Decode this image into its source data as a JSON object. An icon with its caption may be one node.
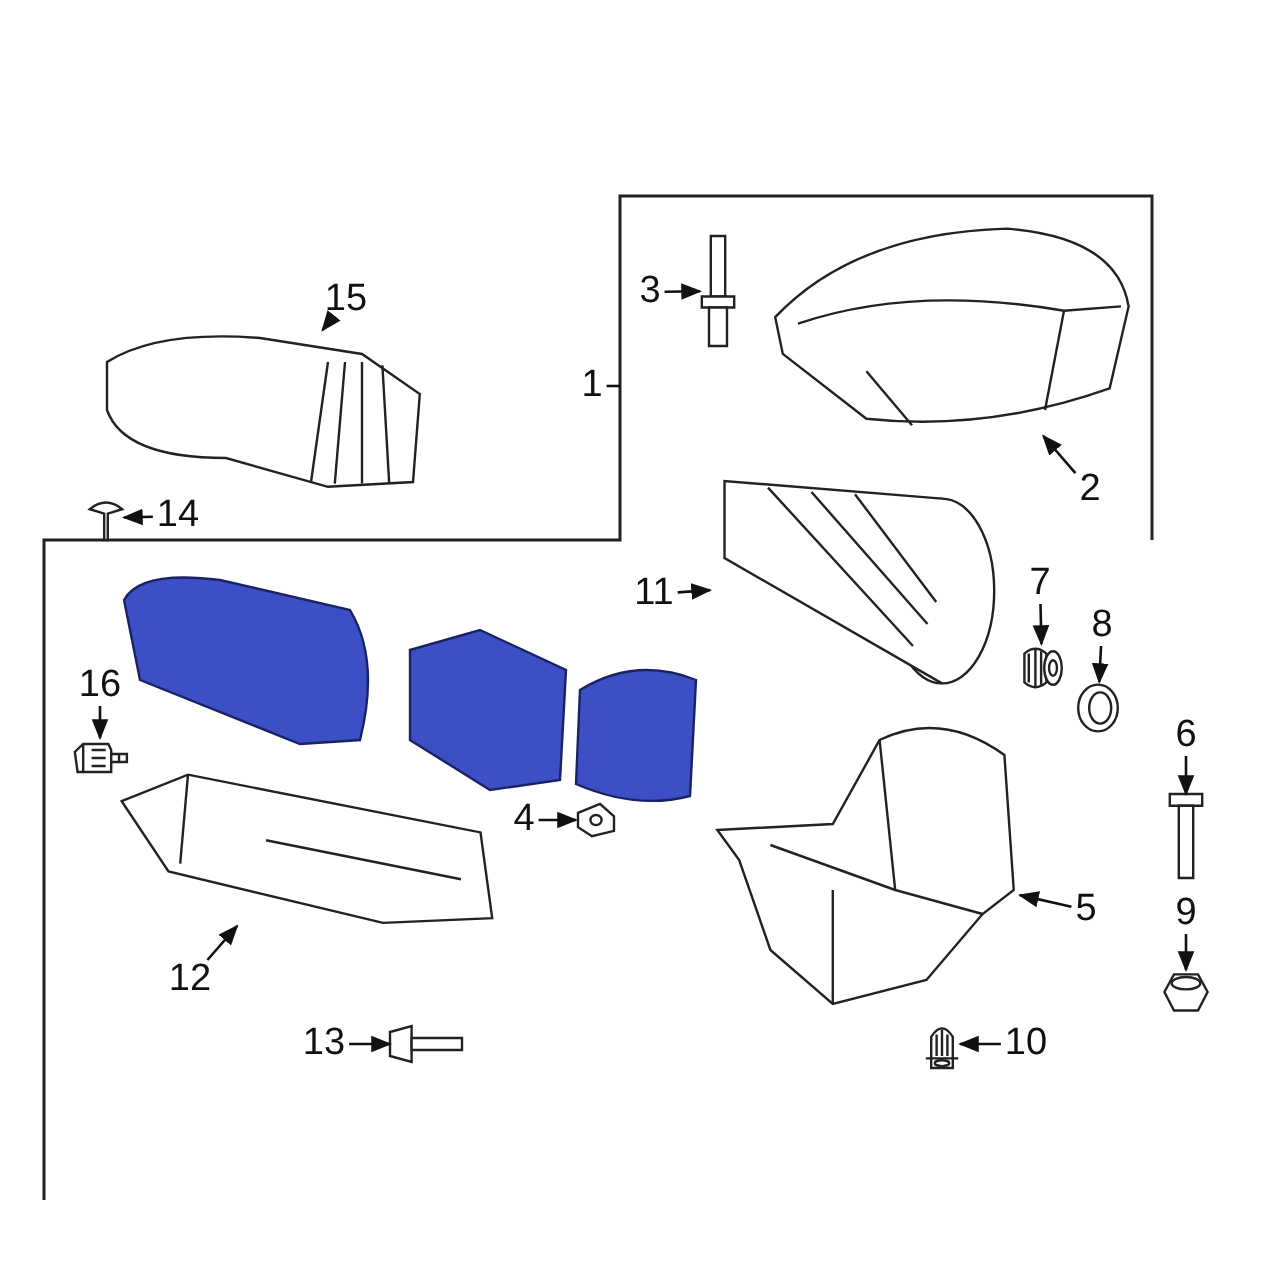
{
  "diagram": {
    "nodes": [
      {
        "text": [
          "1"
        ]
      },
      {
        "text": [
          "2"
        ]
      },
      {
        "text": [
          "3"
        ]
      },
      {
        "text": [
          "4"
        ]
      },
      {
        "text": [
          "5"
        ]
      },
      {
        "text": [
          "6"
        ]
      },
      {
        "text": [
          "7"
        ]
      },
      {
        "text": [
          "8"
        ]
      },
      {
        "text": [
          "9"
        ]
      },
      {
        "text": [
          "10"
        ]
      },
      {
        "text": [
          "11"
        ]
      },
      {
        "text": [
          "12"
        ]
      },
      {
        "text": [
          "13"
        ]
      },
      {
        "text": [
          "14"
        ]
      },
      {
        "text": [
          "15"
        ]
      },
      {
        "text": [
          "16"
        ]
      },
      {
        "text": [],
        "shape": "picture"
      },
      {
        "text": [],
        "shape": "picture"
      },
      {
        "text": [],
        "shape": "picture"
      },
      {
        "text": [],
        "shape": "picture"
      },
      {
        "text": [],
        "shape": "picture"
      },
      {
        "text": [],
        "shape": "picture"
      },
      {
        "text": [],
        "shape": "picture"
      },
      {
        "text": [],
        "shape": "picture"
      },
      {
        "text": [],
        "shape": "picture"
      },
      {
        "text": [],
        "shape": "picture"
      },
      {
        "text": [],
        "shape": "picture"
      },
      {
        "text": [],
        "shape": "picture"
      },
      {
        "text": [],
        "shape": "picture"
      },
      {
        "text": [],
        "shape": "picture"
      },
      {
        "text": [],
        "shape": "picture"
      }
    ],
    "edges": [
      {
        "from": 0,
        "to": null,
        "arrow": "none"
      },
      {
        "from": 1,
        "to": 16,
        "arrow": "to"
      },
      {
        "from": 2,
        "to": 17,
        "arrow": "to"
      },
      {
        "from": 3,
        "to": 18,
        "arrow": "to"
      },
      {
        "from": 4,
        "to": 19,
        "arrow": "to"
      },
      {
        "from": 5,
        "to": 20,
        "arrow": "to"
      },
      {
        "from": 6,
        "to": 21,
        "arrow": "to"
      },
      {
        "from": 7,
        "to": 22,
        "arrow": "to"
      },
      {
        "from": 8,
        "to": 23,
        "arrow": "to"
      },
      {
        "from": 9,
        "to": 24,
        "arrow": "to"
      },
      {
        "from": 10,
        "to": 25,
        "arrow": "to"
      },
      {
        "from": 11,
        "to": 26,
        "arrow": "to"
      },
      {
        "from": 12,
        "to": 27,
        "arrow": "to"
      },
      {
        "from": 13,
        "to": 28,
        "arrow": "to"
      },
      {
        "from": 14,
        "to": 29,
        "arrow": "to"
      },
      {
        "from": 15,
        "to": 30,
        "arrow": "to"
      }
    ]
  }
}
